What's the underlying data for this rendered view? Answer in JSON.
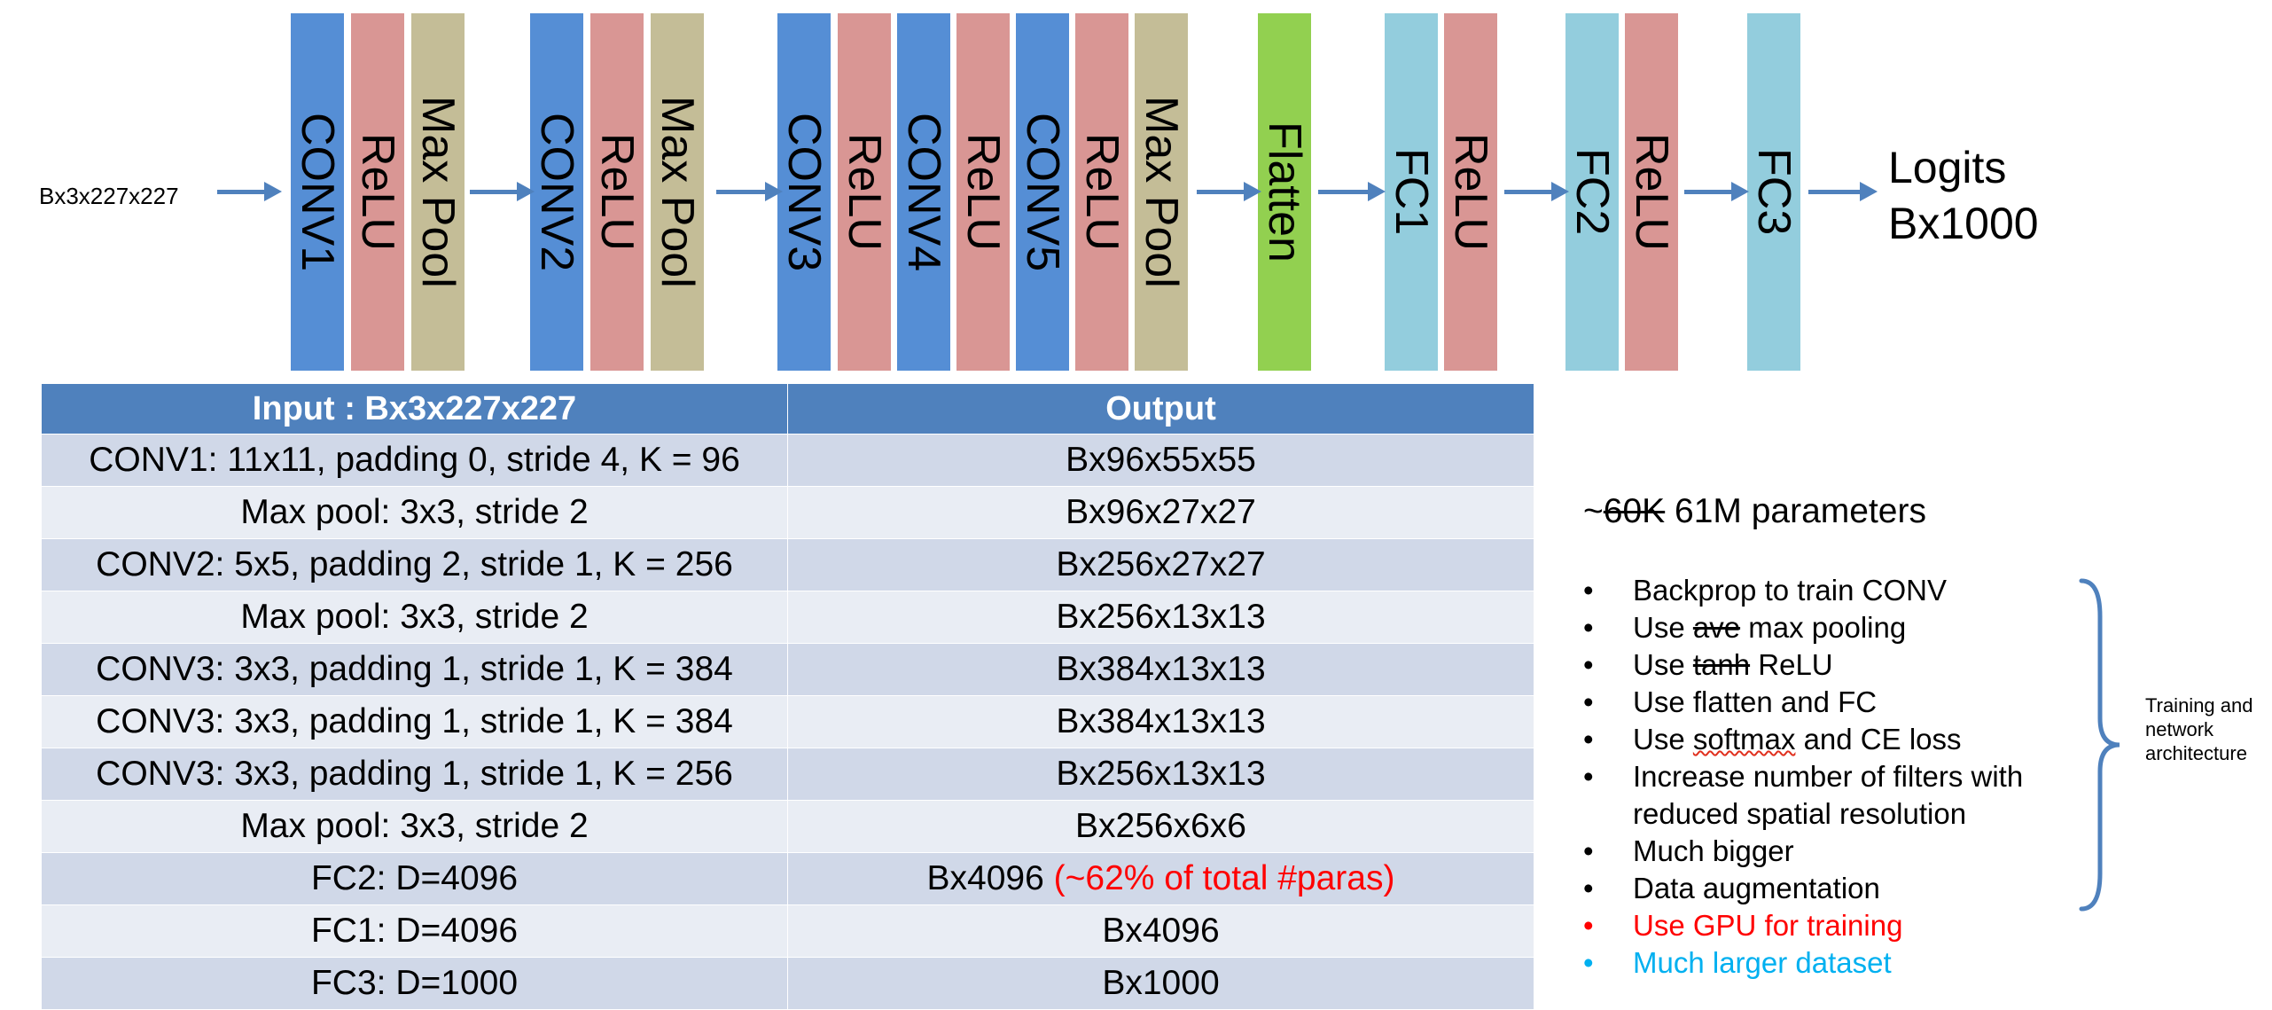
{
  "diagram": {
    "input_label": "Bx3x227x227",
    "output_label_line1": "Logits",
    "output_label_line2": "Bx1000",
    "colors": {
      "conv": "#558ed5",
      "relu": "#d99694",
      "pool": "#c4bd97",
      "flatten": "#92d050",
      "fc": "#93cddd",
      "arrow": "#4f81bd"
    },
    "blocks": [
      {
        "label": "CONV1",
        "kind": "conv"
      },
      {
        "label": "ReLU",
        "kind": "relu"
      },
      {
        "label": "Max Pool",
        "kind": "pool"
      },
      {
        "label": "CONV2",
        "kind": "conv"
      },
      {
        "label": "ReLU",
        "kind": "relu"
      },
      {
        "label": "Max Pool",
        "kind": "pool"
      },
      {
        "label": "CONV3",
        "kind": "conv"
      },
      {
        "label": "ReLU",
        "kind": "relu"
      },
      {
        "label": "CONV4",
        "kind": "conv"
      },
      {
        "label": "ReLU",
        "kind": "relu"
      },
      {
        "label": "CONV5",
        "kind": "conv"
      },
      {
        "label": "ReLU",
        "kind": "relu"
      },
      {
        "label": "Max Pool",
        "kind": "pool"
      },
      {
        "label": "Flatten",
        "kind": "flatten"
      },
      {
        "label": "FC1",
        "kind": "fc"
      },
      {
        "label": "ReLU",
        "kind": "relu"
      },
      {
        "label": "FC2",
        "kind": "fc"
      },
      {
        "label": "ReLU",
        "kind": "relu"
      },
      {
        "label": "FC3",
        "kind": "fc"
      }
    ]
  },
  "table": {
    "header_input": "Input : Bx3x227x227",
    "header_output": "Output",
    "rows": [
      {
        "layer": "CONV1: 11x11, padding 0, stride 4, K = 96",
        "output": "Bx96x55x55"
      },
      {
        "layer": "Max pool: 3x3, stride 2",
        "output": "Bx96x27x27"
      },
      {
        "layer": "CONV2: 5x5, padding 2, stride 1, K = 256",
        "output": "Bx256x27x27"
      },
      {
        "layer": "Max pool: 3x3, stride 2",
        "output": "Bx256x13x13"
      },
      {
        "layer": "CONV3: 3x3, padding 1, stride 1, K = 384",
        "output": "Bx384x13x13"
      },
      {
        "layer": "CONV3: 3x3, padding 1, stride 1, K = 384",
        "output": "Bx384x13x13"
      },
      {
        "layer": "CONV3: 3x3, padding 1, stride 1, K = 256",
        "output": "Bx256x13x13"
      },
      {
        "layer": "Max pool: 3x3, stride 2",
        "output": "Bx256x6x6"
      },
      {
        "layer": "FC2: D=4096",
        "output": "Bx4096",
        "note": " (~62% of total #paras)"
      },
      {
        "layer": "FC1: D=4096",
        "output": "Bx4096"
      },
      {
        "layer": "FC3: D=1000",
        "output": "Bx1000"
      }
    ]
  },
  "notes": {
    "params_prefix": "~",
    "params_old": "60K",
    "params_new": " 61M parameters",
    "bullet_char": "•",
    "items": [
      {
        "text": "Backprop to train CONV"
      },
      {
        "prefix": "Use ",
        "struck": "ave",
        "suffix": " max pooling"
      },
      {
        "prefix": "Use ",
        "struck": "tanh",
        "suffix": " ReLU"
      },
      {
        "text": "Use flatten and FC"
      },
      {
        "prefix": "Use ",
        "squiggle": "softmax",
        "suffix": " and CE loss"
      },
      {
        "text": "Increase number of filters with",
        "text2": "reduced spatial resolution"
      },
      {
        "text": "Much bigger"
      },
      {
        "text": "Data augmentation"
      },
      {
        "text": "Use GPU for training",
        "color": "red"
      },
      {
        "text": "Much larger dataset",
        "color": "cyan"
      }
    ],
    "brace_note": "Training and network architecture"
  }
}
